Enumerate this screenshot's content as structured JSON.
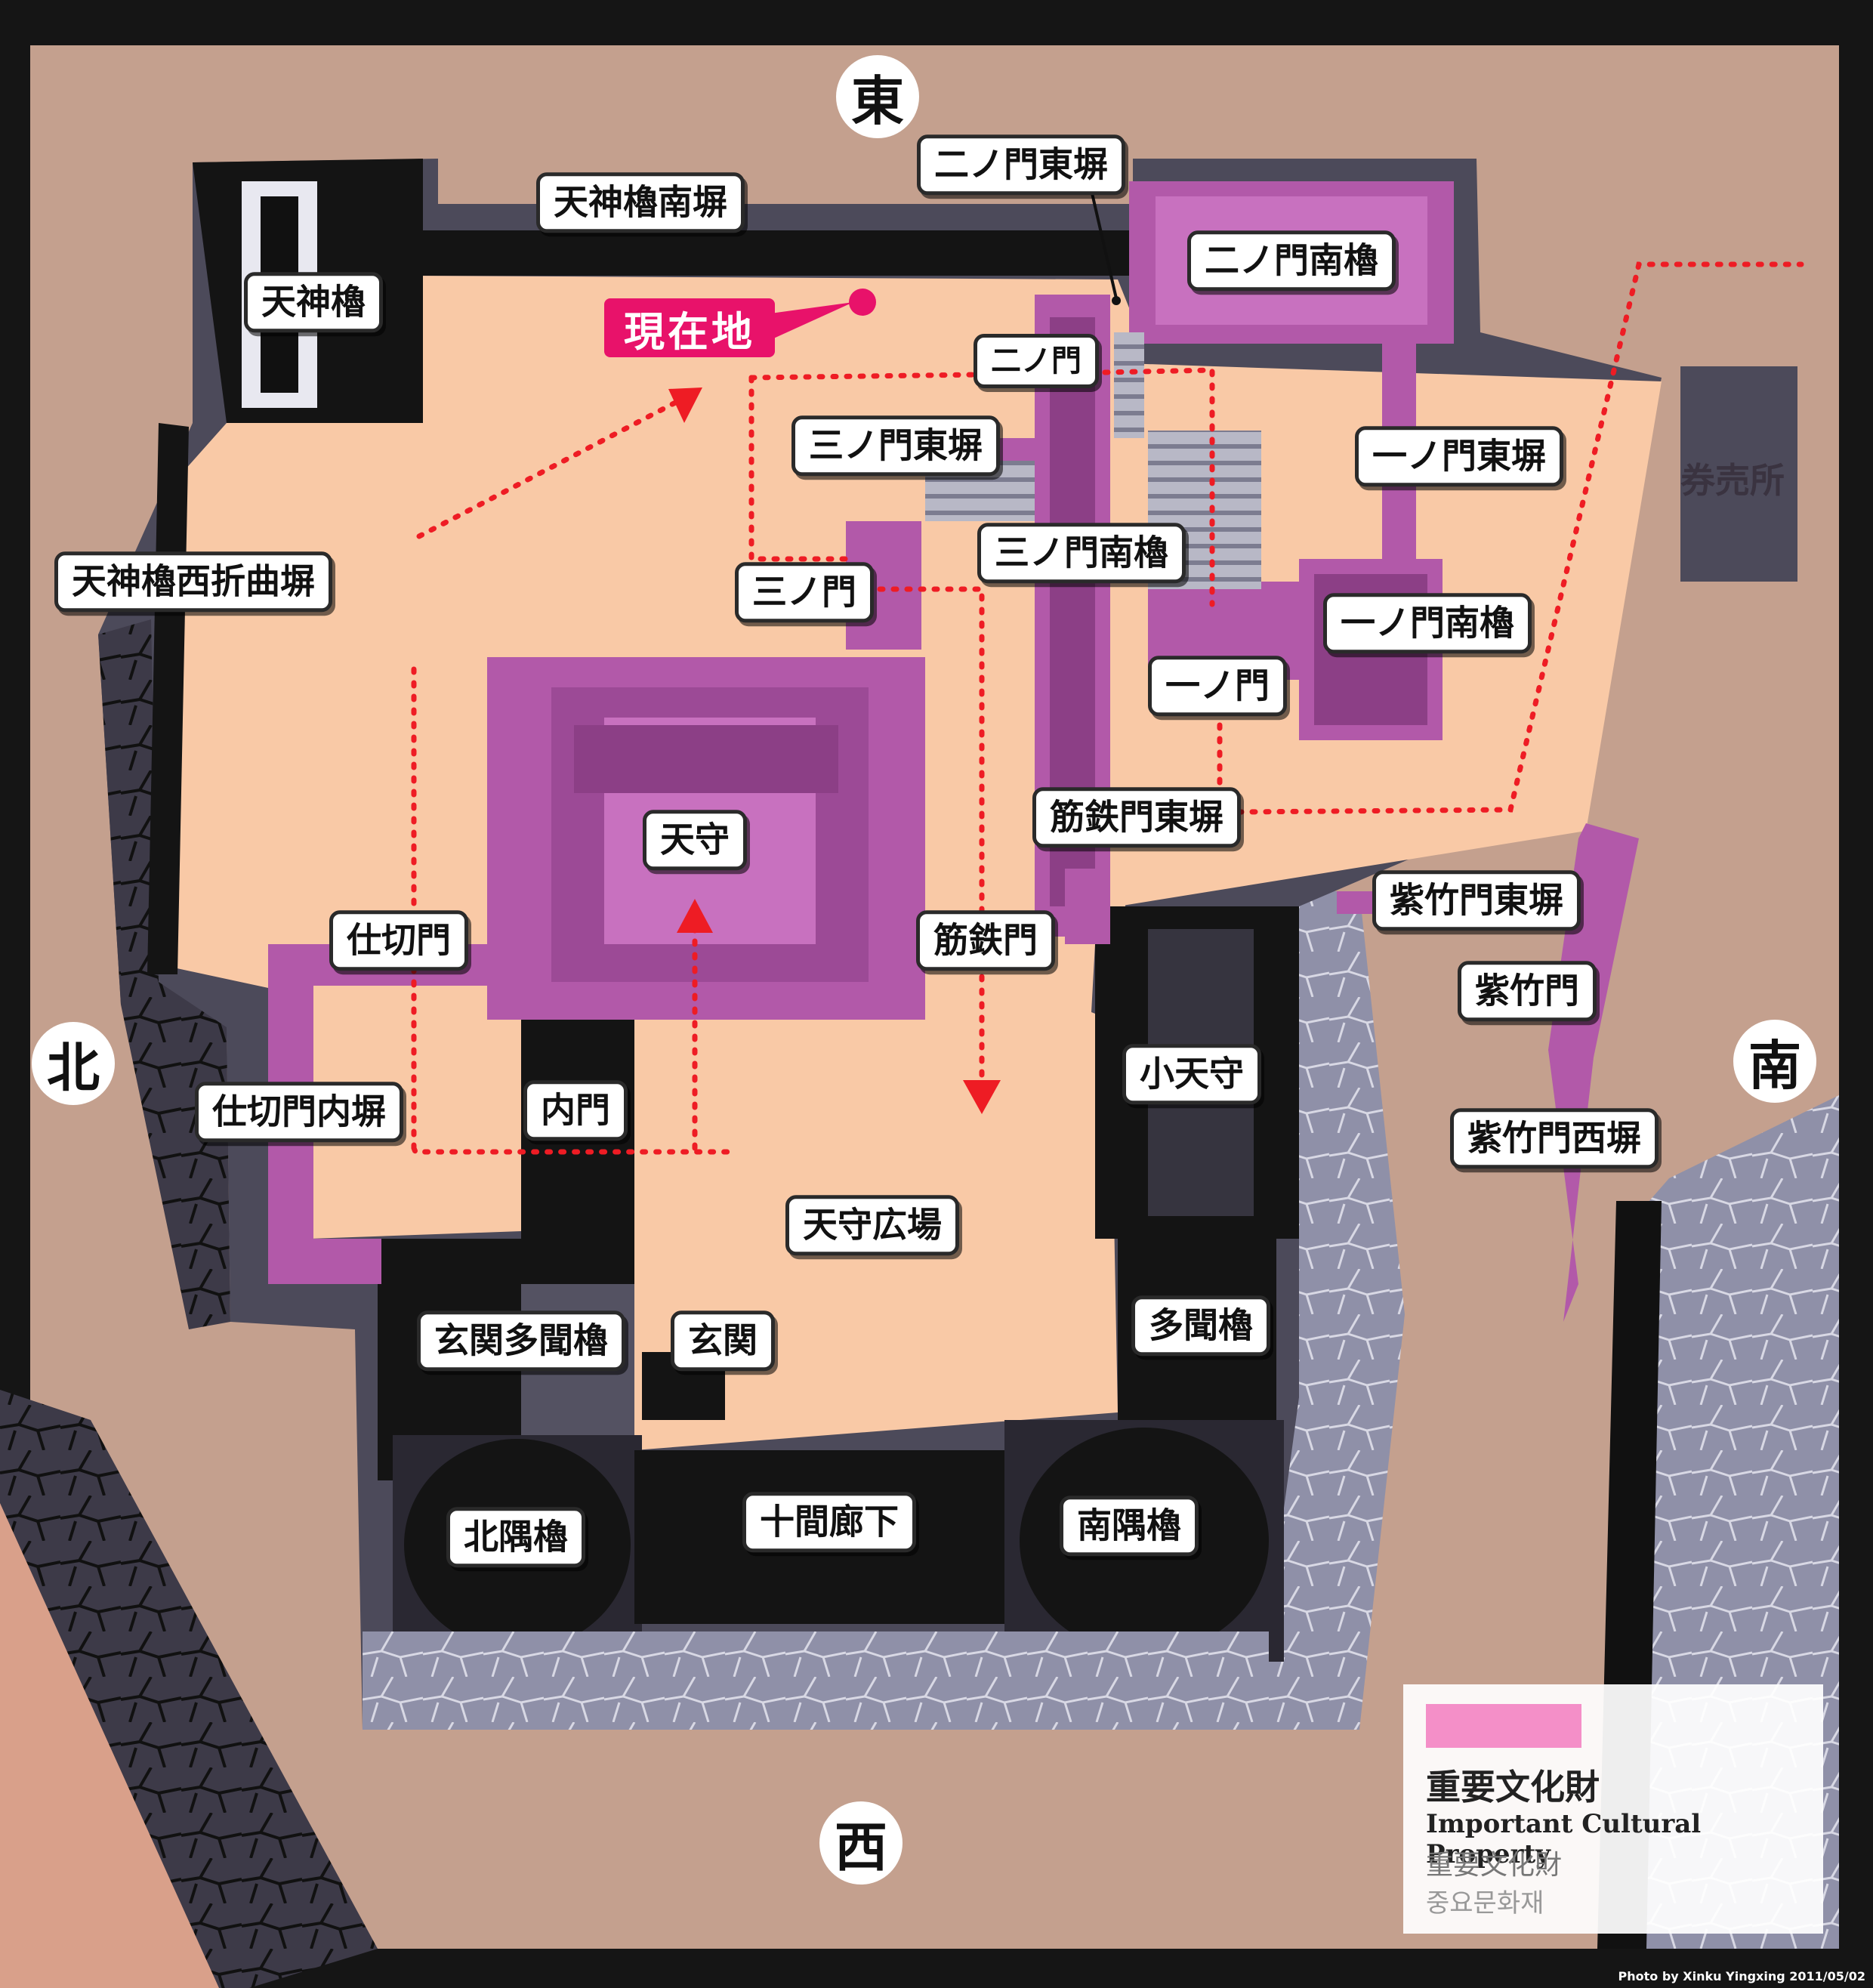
{
  "compass": {
    "east": "東",
    "north": "北",
    "south": "南",
    "west": "西"
  },
  "you_are_here": "現在地",
  "ticket_office": "券売所",
  "labels": {
    "tenjin_yagura": "天神櫓",
    "tenjin_yagura_minami_hei": "天神櫓南塀",
    "tenjin_yagura_nishi_orekuruwa_hei": "天神櫓西折曲塀",
    "ninomon_higashi_hei": "二ノ門東塀",
    "ninomon_minami_yagura": "二ノ門南櫓",
    "ninomon": "二ノ門",
    "sannomon_higashi_hei": "三ノ門東塀",
    "sannomon_minami_yagura": "三ノ門南櫓",
    "sannomon": "三ノ門",
    "ichinomon_higashi_hei": "一ノ門東塀",
    "ichinomon_minami_yagura": "一ノ門南櫓",
    "ichinomon": "一ノ門",
    "sujigane_mon_higashi_hei": "筋鉄門東塀",
    "sujigane_mon": "筋鉄門",
    "tenshu": "天守",
    "shikiri_mon": "仕切門",
    "shikiri_mon_uchi_hei": "仕切門内塀",
    "uchi_mon": "内門",
    "shitake_mon_higashi_hei": "紫竹門東塀",
    "shitake_mon": "紫竹門",
    "shitake_mon_nishi_hei": "紫竹門西塀",
    "ko_tenshu": "小天守",
    "tenshu_hiroba": "天守広場",
    "genkan_tamon_yagura": "玄関多聞櫓",
    "genkan": "玄関",
    "tamon_yagura": "多聞櫓",
    "kita_sumi_yagura": "北隅櫓",
    "jukken_roka": "十間廊下",
    "minami_sumi_yagura": "南隅櫓"
  },
  "legend": {
    "swatch_color": "#f48fc8",
    "label_ja": "重要文化財",
    "label_en": "Important Cultural Property",
    "label_zh": "重要文化財",
    "label_ko": "중요문화재"
  },
  "photo_credit": "Photo by Xinku Yingxing  2011/05/02",
  "colors": {
    "ground": "#c4a08e",
    "courtyard": "#f9c9a6",
    "purple": "#b259a9",
    "purple_dark": "#8c3f86",
    "wall_black": "#111111",
    "stone": "#8f90a8",
    "route": "#ee1c24",
    "here_pink": "#e8126a"
  }
}
